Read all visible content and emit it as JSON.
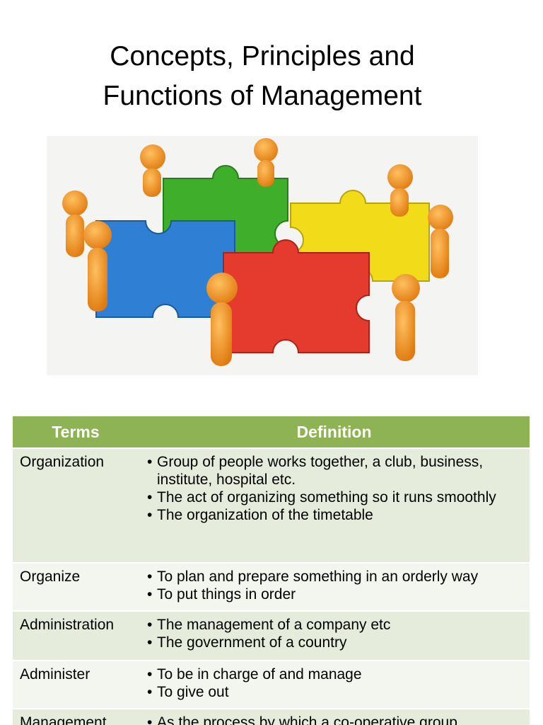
{
  "title": {
    "line1": "Concepts, Principles and",
    "line2": "Functions of Management"
  },
  "image": {
    "icon": "team-puzzle-illustration"
  },
  "table": {
    "headers": [
      "Terms",
      "Definition"
    ],
    "rows": [
      {
        "term": "Organization",
        "definitions": [
          "Group of people works together, a club, business, institute, hospital etc.",
          "The act of organizing something so it runs smoothly",
          "The organization of the timetable"
        ]
      },
      {
        "term": "Organize",
        "definitions": [
          "To plan and prepare something in an orderly way",
          "To put things in order"
        ]
      },
      {
        "term": "Administration",
        "definitions": [
          "The management of a company etc",
          "The government of a country"
        ]
      },
      {
        "term": "Administer",
        "definitions": [
          "To be in charge of and manage",
          "To give out"
        ]
      },
      {
        "term": "Management",
        "definitions": [
          "As the process by which a co-operative group"
        ]
      }
    ]
  },
  "colors": {
    "header_bg": "#8db354",
    "row_odd": "#e6ecdc",
    "row_even": "#f3f6ef"
  }
}
